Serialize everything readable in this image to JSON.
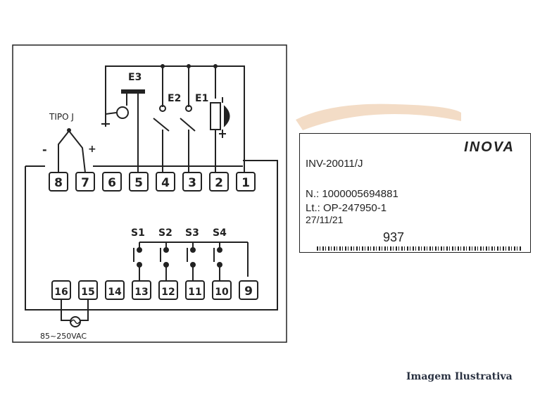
{
  "diagram": {
    "sensor_label": "TIPO J",
    "sensor_minus": "-",
    "sensor_plus": "+",
    "relay_labels": [
      "E3",
      "E2",
      "E1"
    ],
    "switch_labels": [
      "S1",
      "S2",
      "S3",
      "S4"
    ],
    "top_terminals": [
      "8",
      "7",
      "6",
      "5",
      "4",
      "3",
      "2",
      "1"
    ],
    "bottom_terminals": [
      "16",
      "15",
      "14",
      "13",
      "12",
      "11",
      "10",
      "9"
    ],
    "power_label": "85~250VAC"
  },
  "label_card": {
    "brand": "INOVA",
    "model": "INV-20011/J",
    "serial": "N.: 1000005694881",
    "lot": "Lt.: OP-247950-1",
    "date": "27/11/21",
    "code": "937"
  },
  "caption": "Imagem Ilustrativa",
  "colors": {
    "line": "#222222",
    "watermark": "#f3dcc6",
    "caption": "#2a3242"
  }
}
